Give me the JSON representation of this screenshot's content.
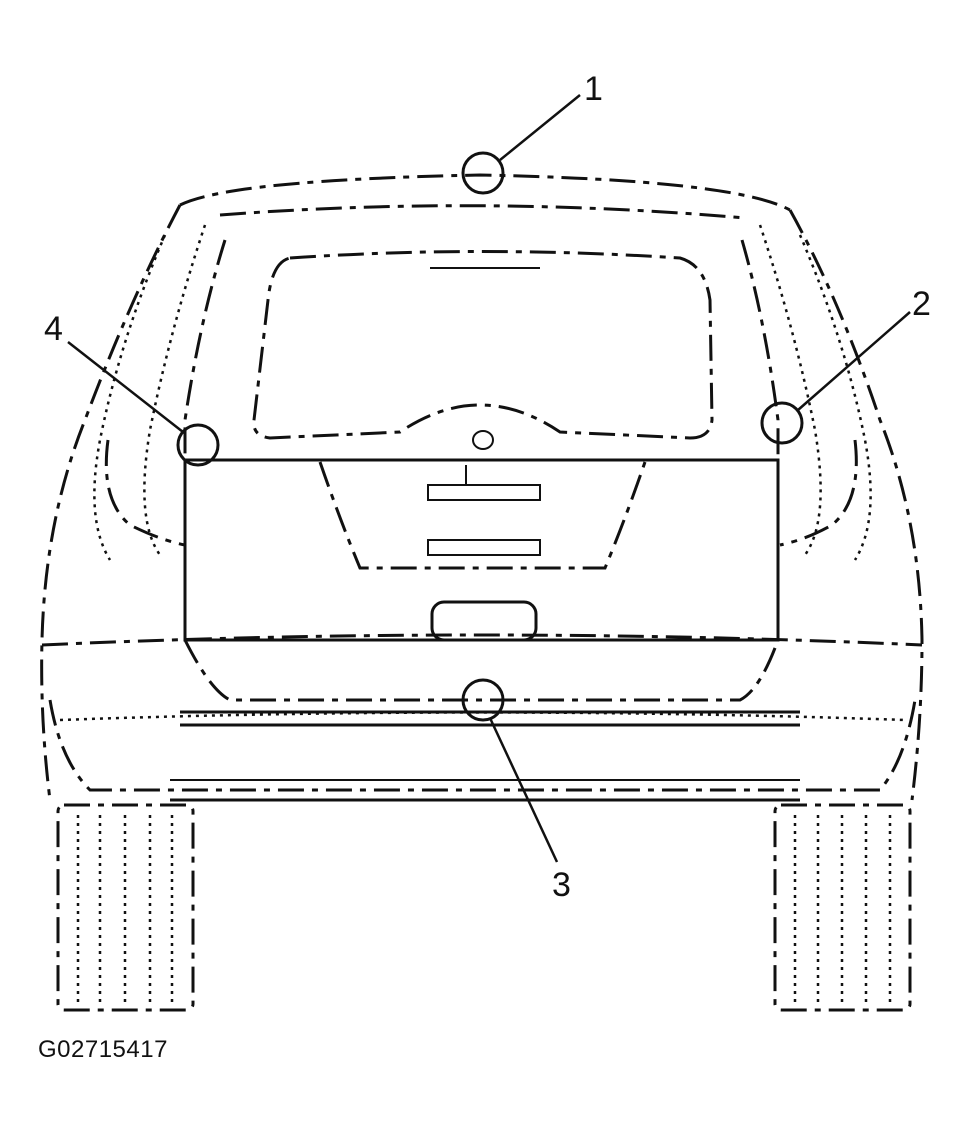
{
  "figure_id": "G02715417",
  "callouts": [
    {
      "label": "1",
      "icon": "circle-marker-icon"
    },
    {
      "label": "2",
      "icon": "circle-marker-icon"
    },
    {
      "label": "3",
      "icon": "circle-marker-icon"
    },
    {
      "label": "4",
      "icon": "circle-marker-icon"
    }
  ]
}
